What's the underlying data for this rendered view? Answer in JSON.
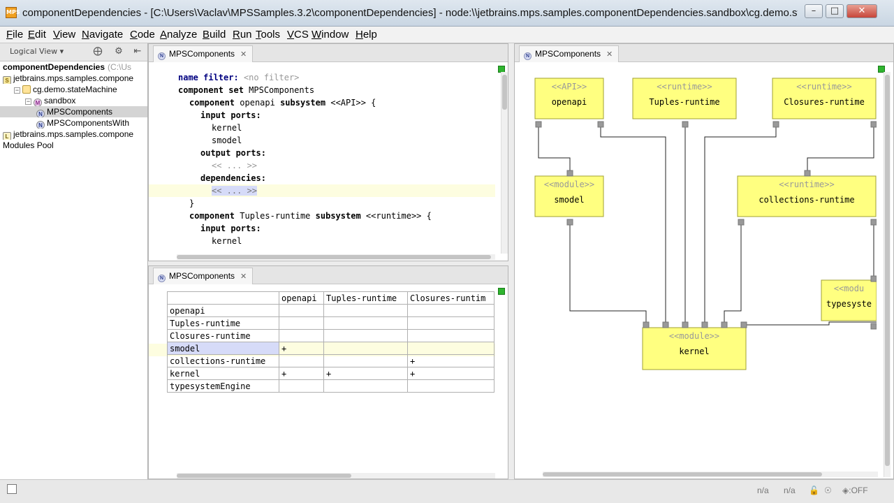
{
  "window": {
    "app_icon": "MPS",
    "title": "componentDependencies - [C:\\Users\\Vaclav\\MPSSamples.3.2\\componentDependencies] - node:\\\\jetbrains.mps.samples.componentDependencies.sandbox\\cg.demo.stat...",
    "min": "–",
    "max": "□",
    "close": "✕"
  },
  "menu": [
    "File",
    "Edit",
    "View",
    "Navigate",
    "Code",
    "Analyze",
    "Build",
    "Run",
    "Tools",
    "VCS",
    "Window",
    "Help"
  ],
  "project": {
    "view_selector": "Logical View ▾",
    "tree": [
      {
        "label": "componentDependencies",
        "suffix": "(C:\\Us",
        "depth": 0,
        "bold": true,
        "icon": "",
        "exp": ""
      },
      {
        "label": "jetbrains.mps.samples.compone",
        "depth": 0,
        "icon": "S",
        "icon_class": "icon-solution",
        "exp": ""
      },
      {
        "label": "cg.demo.stateMachine",
        "depth": 1,
        "icon": "",
        "icon_class": "icon-folder",
        "exp": "−"
      },
      {
        "label": "sandbox",
        "depth": 2,
        "icon": "M",
        "icon_class": "icon-model",
        "exp": "−"
      },
      {
        "label": "MPSComponents",
        "depth": 3,
        "icon": "N",
        "icon_class": "icon-node",
        "exp": "",
        "selected": true
      },
      {
        "label": "MPSComponentsWith",
        "depth": 3,
        "icon": "N",
        "icon_class": "icon-node",
        "exp": ""
      },
      {
        "label": "jetbrains.mps.samples.compone",
        "depth": 0,
        "icon": "L",
        "icon_class": "icon-lang",
        "exp": ""
      },
      {
        "label": "Modules Pool",
        "depth": 0,
        "icon": "",
        "exp": ""
      }
    ]
  },
  "tabs": {
    "code": {
      "icon": "N",
      "label": "MPSComponents",
      "close": "✕"
    },
    "matrix": {
      "icon": "N",
      "label": "MPSComponents",
      "close": "✕"
    },
    "diagram": {
      "icon": "N",
      "label": "MPSComponents",
      "close": "✕"
    }
  },
  "code": {
    "name_filter_label": "name filter:",
    "name_filter_value": "<no filter>",
    "component_set": "component set",
    "set_name": "MPSComponents",
    "component_kw": "component",
    "subsystem_kw": "subsystem",
    "c1_name": "openapi",
    "c1_stereo": "<<API>> {",
    "input_ports": "input ports:",
    "port1": "kernel",
    "port2": "smodel",
    "output_ports": "output ports:",
    "placeholder": "<< ... >>",
    "dependencies": "dependencies:",
    "close_brace": "}",
    "c2_name": "Tuples-runtime",
    "c2_stereo": "<<runtime>> {",
    "port3": "kernel"
  },
  "matrix": {
    "columns": [
      "openapi",
      "Tuples-runtime",
      "Closures-runtim"
    ],
    "rows": [
      {
        "label": "openapi",
        "cells": [
          "",
          "",
          ""
        ]
      },
      {
        "label": "Tuples-runtime",
        "cells": [
          "",
          "",
          ""
        ]
      },
      {
        "label": "Closures-runtime",
        "cells": [
          "",
          "",
          ""
        ]
      },
      {
        "label": "smodel",
        "cells": [
          "+",
          "",
          ""
        ],
        "highlight": true
      },
      {
        "label": "collections-runtime",
        "cells": [
          "",
          "",
          "+"
        ]
      },
      {
        "label": "kernel",
        "cells": [
          "+",
          "+",
          "+"
        ]
      },
      {
        "label": "typesystemEngine",
        "cells": [
          "",
          "",
          ""
        ]
      }
    ]
  },
  "diagram": {
    "box_fill": "#ffff80",
    "box_stroke": "#a0a030",
    "boxes": [
      {
        "id": "openapi",
        "stereo": "<<API>>",
        "name": "openapi"
      },
      {
        "id": "tuples",
        "stereo": "<<runtime>>",
        "name": "Tuples-runtime"
      },
      {
        "id": "closures",
        "stereo": "<<runtime>>",
        "name": "Closures-runtime"
      },
      {
        "id": "smodel",
        "stereo": "<<module>>",
        "name": "smodel"
      },
      {
        "id": "collections",
        "stereo": "<<runtime>>",
        "name": "collections-runtime"
      },
      {
        "id": "typesystem",
        "stereo": "<<modu",
        "name": "typesyste"
      },
      {
        "id": "kernel",
        "stereo": "<<module>>",
        "name": "kernel"
      }
    ]
  },
  "status": {
    "na1": "n/a",
    "na2": "n/a",
    "off": "◈:OFF"
  }
}
